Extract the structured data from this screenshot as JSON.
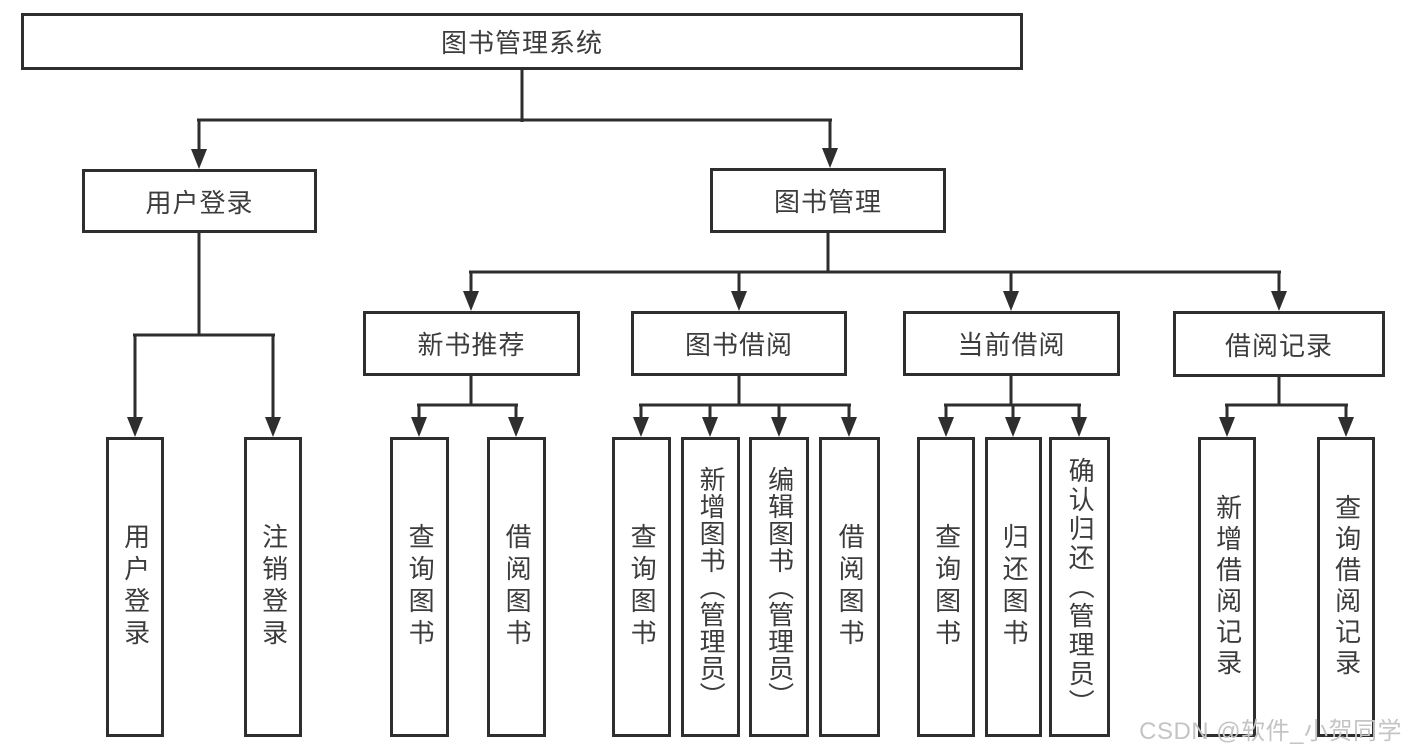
{
  "diagram": {
    "root": "图书管理系统",
    "level2": {
      "user_login": "用户登录",
      "book_management": "图书管理"
    },
    "level3": {
      "new_book_recommend": "新书推荐",
      "book_borrowing": "图书借阅",
      "current_borrowing": "当前借阅",
      "borrowing_records": "借阅记录"
    },
    "leaves": {
      "login": [
        "用户登录",
        "注销登录"
      ],
      "recommend": [
        "查询图书",
        "借阅图书"
      ],
      "borrow": [
        "查询图书",
        "新增图书（管理员）",
        "编辑图书（管理员）",
        "借阅图书"
      ],
      "current": [
        "查询图书",
        "归还图书",
        "确认归还（管理员）"
      ],
      "records": [
        "新增借阅记录",
        "查询借阅记录"
      ]
    }
  },
  "watermark": {
    "text": "CSDN @软件_小贺同学"
  },
  "colors": {
    "line": "#2e2e2e",
    "text": "#3c3c3c",
    "watermark": "#c4c4c4",
    "background": "#ffffff"
  }
}
